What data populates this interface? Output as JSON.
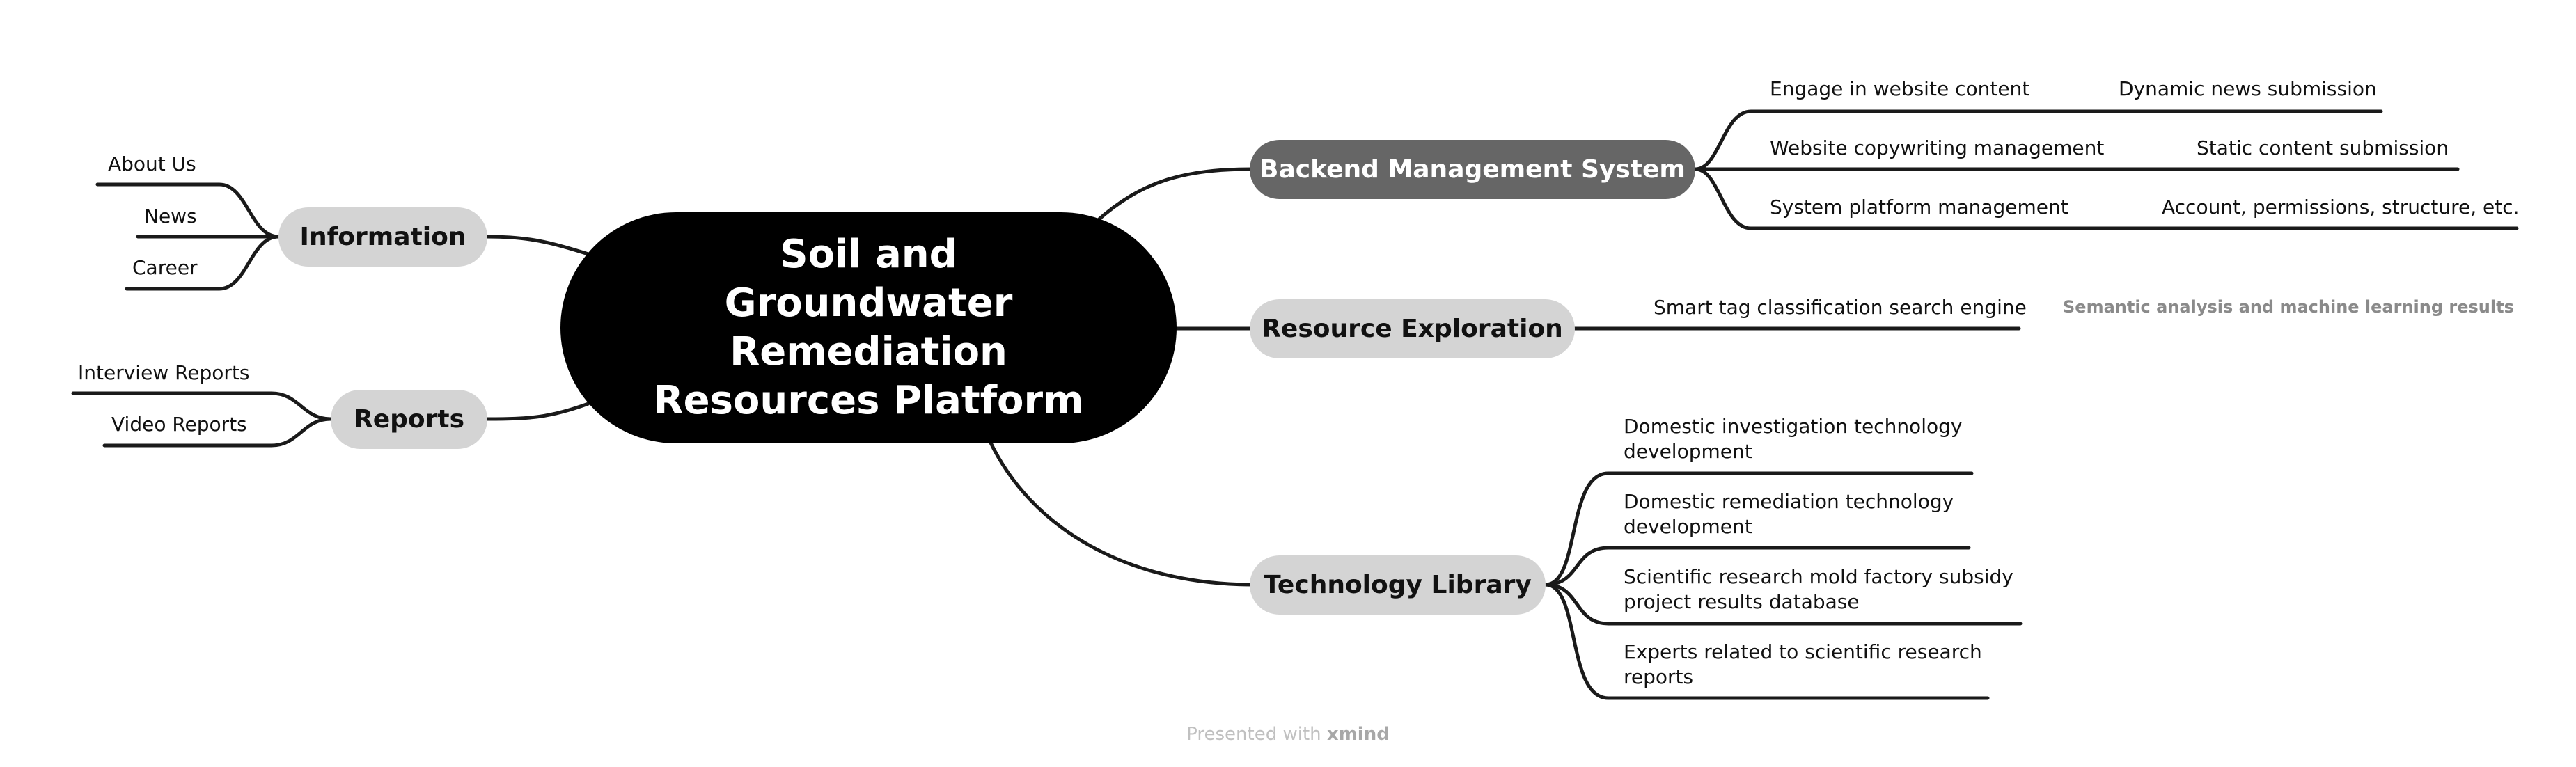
{
  "central": {
    "lines": [
      "Soil and",
      "Groundwater",
      "Remediation",
      "Resources Platform"
    ]
  },
  "branches": {
    "backend": {
      "label": "Backend Management System",
      "items": [
        {
          "label": "Engage in website content",
          "detail": "Dynamic news submission"
        },
        {
          "label": "Website copywriting management",
          "detail": "Static content submission"
        },
        {
          "label": "System platform management",
          "detail": "Account, permissions, structure, etc."
        }
      ]
    },
    "resource": {
      "label": "Resource Exploration",
      "items": [
        {
          "label": "Smart tag classification search engine",
          "detail": "Semantic analysis and machine learning results"
        }
      ]
    },
    "technology": {
      "label": "Technology Library",
      "items": [
        {
          "label": "Domestic investigation technology development"
        },
        {
          "label": "Domestic remediation technology development"
        },
        {
          "label": "Scientific research mold factory subsidy project results database"
        },
        {
          "label": "Experts related to scientific research reports"
        }
      ]
    },
    "information": {
      "label": "Information",
      "items": [
        {
          "label": "About Us"
        },
        {
          "label": "News"
        },
        {
          "label": "Career"
        }
      ]
    },
    "reports": {
      "label": "Reports",
      "items": [
        {
          "label": "Interview Reports"
        },
        {
          "label": "Video Reports"
        }
      ]
    }
  },
  "footer": {
    "prefix": "Presented with",
    "brand": "xmind"
  },
  "colors": {
    "central": "#000000",
    "main_light": "#d4d4d4",
    "main_dark": "#666666",
    "line": "#1a1a1a",
    "muted_text": "#8a8a8a"
  }
}
